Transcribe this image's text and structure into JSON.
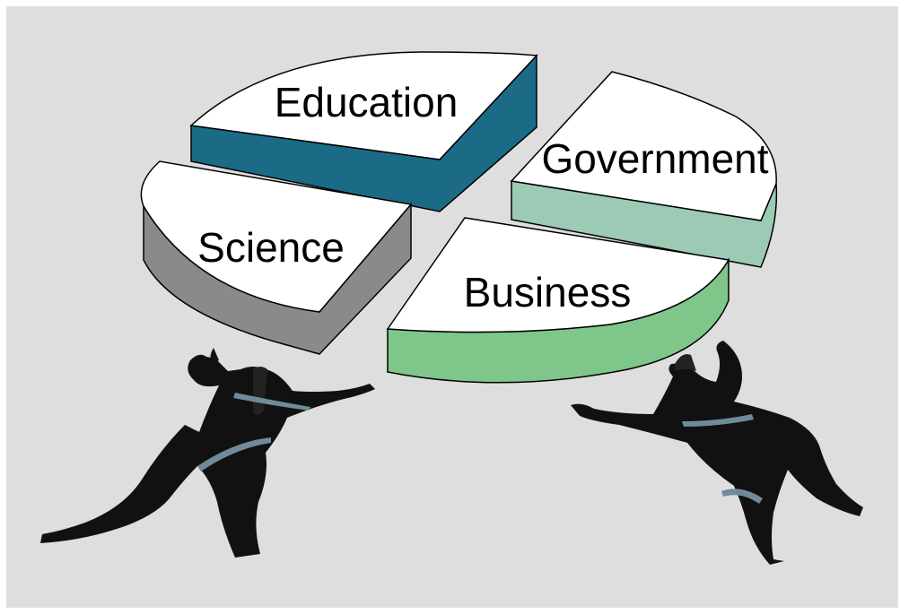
{
  "segments": [
    {
      "key": "education",
      "label": "Education",
      "top_color": "#ffffff",
      "side_color": "#1b6b87"
    },
    {
      "key": "government",
      "label": "Government",
      "top_color": "#ffffff",
      "side_color": "#9ccab4"
    },
    {
      "key": "science",
      "label": "Science",
      "top_color": "#ffffff",
      "side_color": "#8a8a8a"
    },
    {
      "key": "business",
      "label": "Business",
      "top_color": "#ffffff",
      "side_color": "#7fc68a"
    }
  ],
  "colors": {
    "background": "#dedede",
    "figure": "#111111",
    "figure_highlight": "#6f8b99"
  }
}
